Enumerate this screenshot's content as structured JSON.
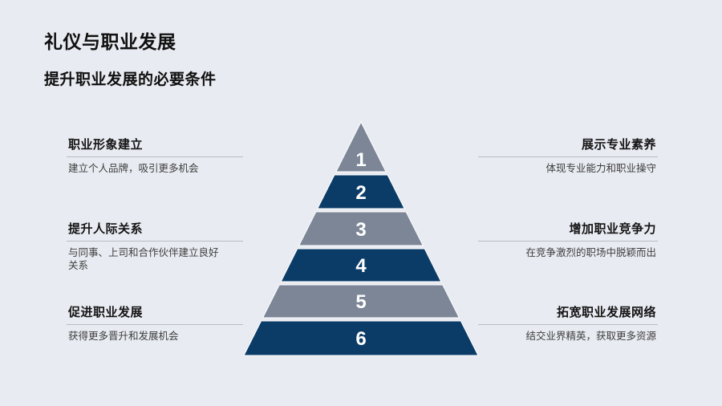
{
  "slide": {
    "title": "礼仪与职业发展",
    "subtitle": "提升职业发展的必要条件"
  },
  "pyramid": {
    "colors": {
      "gray": "#7C8697",
      "blue": "#0B3C68",
      "number_text": "#FFFFFF"
    },
    "levels": [
      {
        "number": "1"
      },
      {
        "number": "2"
      },
      {
        "number": "3"
      },
      {
        "number": "4"
      },
      {
        "number": "5"
      },
      {
        "number": "6"
      }
    ]
  },
  "left_items": [
    {
      "title": "职业形象建立",
      "desc": "建立个人品牌，吸引更多机会"
    },
    {
      "title": "提升人际关系",
      "desc": "与同事、上司和合作伙伴建立良好关系"
    },
    {
      "title": "促进职业发展",
      "desc": "获得更多晋升和发展机会"
    }
  ],
  "right_items": [
    {
      "title": "展示专业素养",
      "desc": "体现专业能力和职业操守"
    },
    {
      "title": "增加职业竞争力",
      "desc": "在竞争激烈的职场中脱颖而出"
    },
    {
      "title": "拓宽职业发展网络",
      "desc": "结交业界精英，获取更多资源"
    }
  ]
}
